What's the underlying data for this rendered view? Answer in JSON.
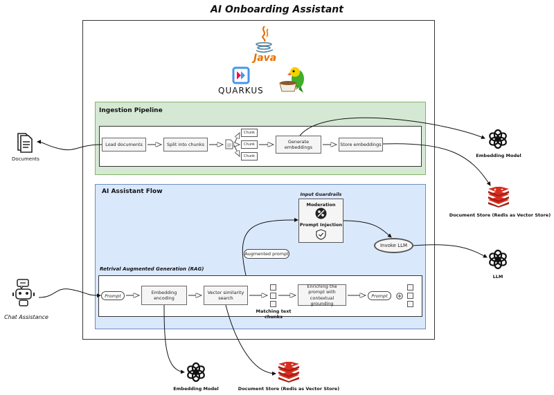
{
  "title": "AI Onboarding Assistant",
  "logos": {
    "java": "Java",
    "quarkus": "QUARKUS"
  },
  "ingestion": {
    "title": "Ingestion Pipeline",
    "steps": [
      "Load documents",
      "Split into chunks",
      "Generate embeddings",
      "Store embeddings"
    ],
    "chunks": [
      "Chunk",
      "Chunk",
      "Chunk"
    ]
  },
  "flow": {
    "title": "AI Assistant Flow",
    "guardrails": {
      "title": "Input Guardrails",
      "moderation": "Moderation",
      "injection": "Prompt Injection"
    },
    "invoke": "Invoke LLM",
    "augmented": "Augmented prompt",
    "rag_title": "Retrival Augmented Generation (RAG)",
    "rag": {
      "prompt_in": "Prompt",
      "embedding": "Embedding encoding",
      "similarity": "Vector similarity search",
      "enrich": "Enriching the prompt with contextual grounding",
      "prompt_out": "Prompt",
      "matching": "Matching text chunks"
    }
  },
  "external": {
    "documents": "Documents",
    "chat": "Chat Assistance",
    "embedding_model_top": "Embedding Model",
    "doc_store_top": "Document Store (Redis as Vector Store)",
    "llm": "LLM",
    "embedding_model_bottom": "Embedding Model",
    "doc_store_bottom": "Document Store (Redis as Vector Store)"
  },
  "colors": {
    "ingestion_bg": "#d5e8d4",
    "flow_bg": "#dae8fc",
    "redis": "#d82c20",
    "java_red": "#e76f00",
    "java_blue": "#5382a1",
    "quarkus_blue": "#4695eb"
  }
}
